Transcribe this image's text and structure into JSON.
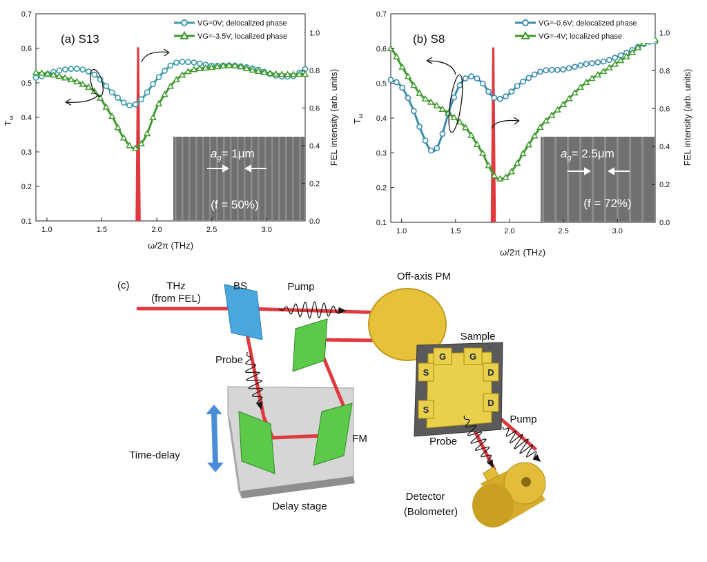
{
  "chart_data": [
    {
      "type": "line",
      "panel_label": "(a) S13",
      "xlabel": "ω/2π (THz)",
      "ylabel_left": "Tω",
      "ylabel_right": "FEL intensity (arb. units)",
      "xlim": [
        0.9,
        3.35
      ],
      "ylim_left": [
        0.1,
        0.7
      ],
      "ylim_right": [
        0.0,
        1.1
      ],
      "xticks": [
        "1.0",
        "1.5",
        "2.0",
        "2.5",
        "3.0"
      ],
      "yticks_left": [
        "0.1",
        "0.2",
        "0.3",
        "0.4",
        "0.5",
        "0.6",
        "0.7"
      ],
      "yticks_right": [
        "0.0",
        "0.2",
        "0.4",
        "0.6",
        "0.8",
        "1.0"
      ],
      "series": [
        {
          "name": "VG=0V; delocalized phase",
          "color": "#3a9aa8",
          "marker": "circle",
          "x": [
            0.9,
            1.1,
            1.3,
            1.45,
            1.6,
            1.75,
            1.85,
            2.0,
            2.15,
            2.3,
            2.5,
            2.7,
            2.9,
            3.1,
            3.25,
            3.35
          ],
          "y": [
            0.515,
            0.535,
            0.54,
            0.52,
            0.47,
            0.435,
            0.45,
            0.51,
            0.555,
            0.56,
            0.55,
            0.55,
            0.54,
            0.52,
            0.52,
            0.54
          ]
        },
        {
          "name": "VG=-3.5V; localized phase",
          "color": "#3e9a2c",
          "marker": "triangle",
          "x": [
            0.9,
            1.1,
            1.3,
            1.45,
            1.6,
            1.7,
            1.8,
            1.9,
            2.0,
            2.15,
            2.3,
            2.5,
            2.7,
            2.9,
            3.1,
            3.35
          ],
          "y": [
            0.53,
            0.52,
            0.5,
            0.47,
            0.4,
            0.34,
            0.31,
            0.345,
            0.43,
            0.5,
            0.535,
            0.545,
            0.55,
            0.535,
            0.525,
            0.525
          ]
        }
      ],
      "fel_peak_x": 1.83,
      "inset": {
        "ag_label": "a",
        "ag_sub": "g",
        "ag_value": "= 1μm",
        "fill_factor": "(f = 50%)"
      }
    },
    {
      "type": "line",
      "panel_label": "(b) S8",
      "xlabel": "ω/2π (THz)",
      "ylabel_left": "Tω",
      "ylabel_right": "FEL intensity (arb. units)",
      "xlim": [
        0.9,
        3.35
      ],
      "ylim_left": [
        0.1,
        0.7
      ],
      "ylim_right": [
        0.0,
        1.1
      ],
      "xticks": [
        "1.0",
        "1.5",
        "2.0",
        "2.5",
        "3.0"
      ],
      "yticks_left": [
        "0.1",
        "0.2",
        "0.3",
        "0.4",
        "0.5",
        "0.6",
        "0.7"
      ],
      "yticks_right": [
        "0.0",
        "0.2",
        "0.4",
        "0.6",
        "0.8",
        "1.0"
      ],
      "series": [
        {
          "name": "VG=-0.6V; delocalized phase",
          "color": "#3a8ab0",
          "marker": "circle",
          "x": [
            0.9,
            1.0,
            1.1,
            1.2,
            1.28,
            1.35,
            1.45,
            1.55,
            1.65,
            1.75,
            1.85,
            1.95,
            2.1,
            2.3,
            2.5,
            2.7,
            2.9,
            3.1,
            3.3
          ],
          "y": [
            0.51,
            0.49,
            0.43,
            0.35,
            0.305,
            0.33,
            0.43,
            0.5,
            0.52,
            0.5,
            0.46,
            0.46,
            0.5,
            0.535,
            0.54,
            0.555,
            0.565,
            0.59,
            0.62
          ]
        },
        {
          "name": "VG=-4V; localized phase",
          "color": "#3e9a2c",
          "marker": "triangle",
          "x": [
            0.9,
            1.0,
            1.1,
            1.2,
            1.3,
            1.45,
            1.6,
            1.75,
            1.85,
            1.9,
            2.0,
            2.15,
            2.3,
            2.5,
            2.7,
            2.9,
            3.1,
            3.3
          ],
          "y": [
            0.6,
            0.55,
            0.5,
            0.46,
            0.44,
            0.41,
            0.37,
            0.3,
            0.24,
            0.225,
            0.24,
            0.31,
            0.38,
            0.44,
            0.5,
            0.54,
            0.58,
            0.625
          ]
        }
      ],
      "fel_peak_x": 1.85,
      "inset": {
        "ag_label": "a",
        "ag_sub": "g",
        "ag_value": "= 2.5μm",
        "fill_factor": "(f = 72%)"
      }
    }
  ],
  "diagram": {
    "panel_label": "(c)",
    "source": "THz",
    "source_sub": "(from FEL)",
    "beam_splitter": "BS",
    "pump_top": "Pump",
    "off_axis_mirror": "Off-axis PM",
    "sample": "Sample",
    "probe_left": "Probe",
    "flat_mirror": "FM",
    "time_delay": "Time-delay",
    "delay_stage": "Delay stage",
    "probe_right": "Probe",
    "pump_right": "Pump",
    "detector": "Detector",
    "detector_sub": "(Bolometer)",
    "pads": [
      "G",
      "G",
      "S",
      "D",
      "D",
      "S"
    ]
  },
  "colors": {
    "beam": "#e0393e",
    "splitter": "#4aa7dd",
    "mirror": "#5cc94a",
    "gold": "#e6c23a",
    "arrow": "#4a8fd6"
  }
}
